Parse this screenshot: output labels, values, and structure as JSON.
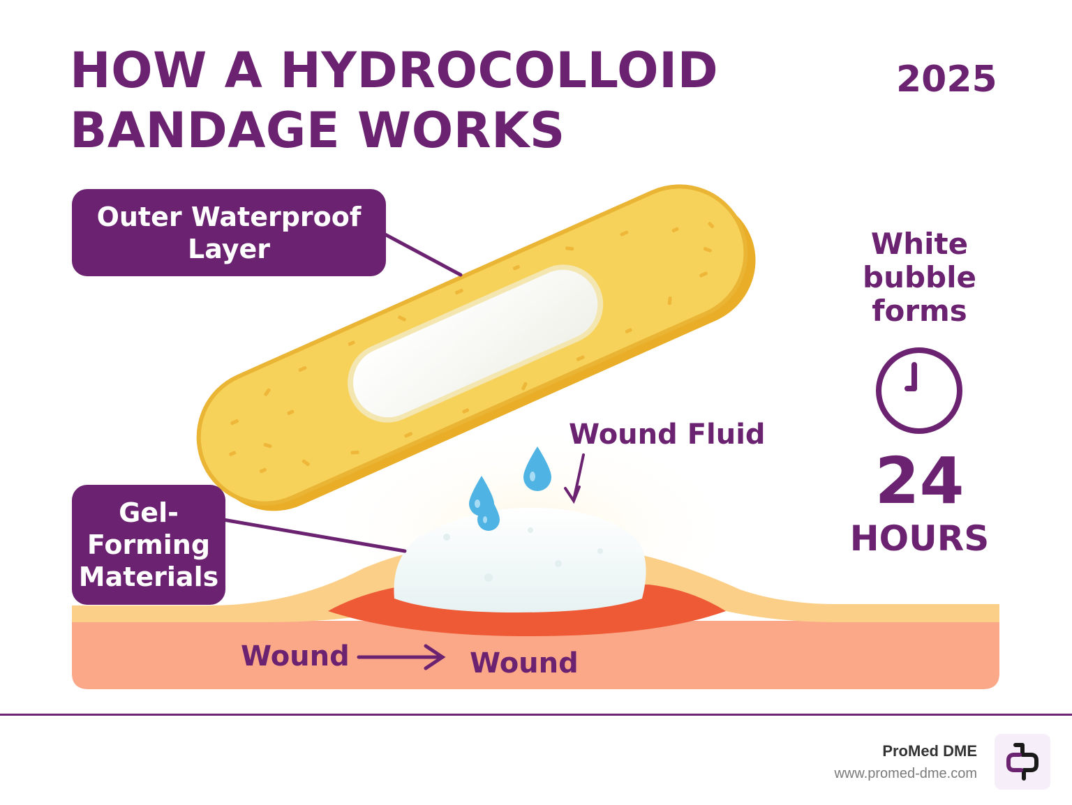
{
  "header": {
    "title_line1": "HOW A HYDROCOLLOID",
    "title_line2": "BANDAGE WORKS",
    "year": "2025"
  },
  "callouts": {
    "outer_line1": "Outer Waterproof",
    "outer_line2": "Layer",
    "gel_line1": "Gel-",
    "gel_line2": "Forming",
    "gel_line3": "Materials"
  },
  "labels": {
    "fluid": "Wound Fluid",
    "wound_before": "Wound",
    "wound_after": "Wound"
  },
  "side_panel": {
    "line1": "White",
    "line2": "bubble",
    "line3": "forms",
    "icon": "clock-icon",
    "duration_value": "24",
    "duration_unit": "HOURS"
  },
  "footer": {
    "brand_name": "ProMed DME",
    "url": "www.promed-dme.com",
    "logo_icon": "medical-cross-logo"
  },
  "colors": {
    "brand_purple": "#6b2270",
    "bandage_yellow": "#f7d25a",
    "skin_top": "#fbcf87",
    "skin_body": "#fba889",
    "wound_red": "#ee5a35",
    "drop_blue": "#4fb4e3"
  }
}
